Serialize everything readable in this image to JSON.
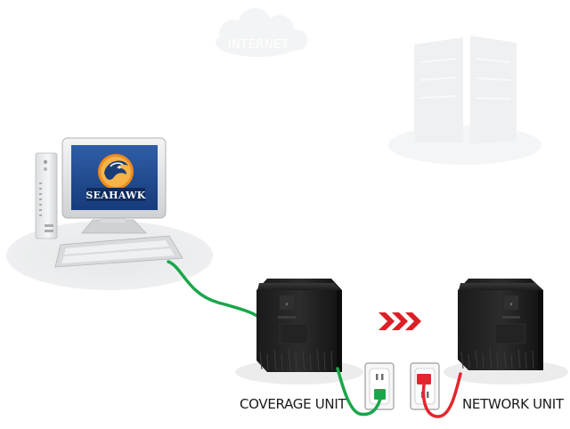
{
  "cloud": {
    "label": "INTERNET"
  },
  "screen": {
    "logo_text": "SEAHAWK"
  },
  "units": {
    "coverage_label": "COVERAGE UNIT",
    "network_label": "NETWORK UNIT"
  },
  "colors": {
    "coverage_cable": "#1aa64a",
    "network_cable": "#e3262e",
    "arrows": "#dc2026",
    "outlet_green": "#1aa64a",
    "outlet_red": "#e3262e",
    "ghost": "#f1f2f3"
  },
  "icons": {
    "internet": "cloud-icon",
    "servers": "server-towers-icon",
    "computer": "desktop-computer-icon",
    "device": "network-extender-icon",
    "outlet": "wall-outlet-icon",
    "arrows": "chevron-right-icon"
  }
}
